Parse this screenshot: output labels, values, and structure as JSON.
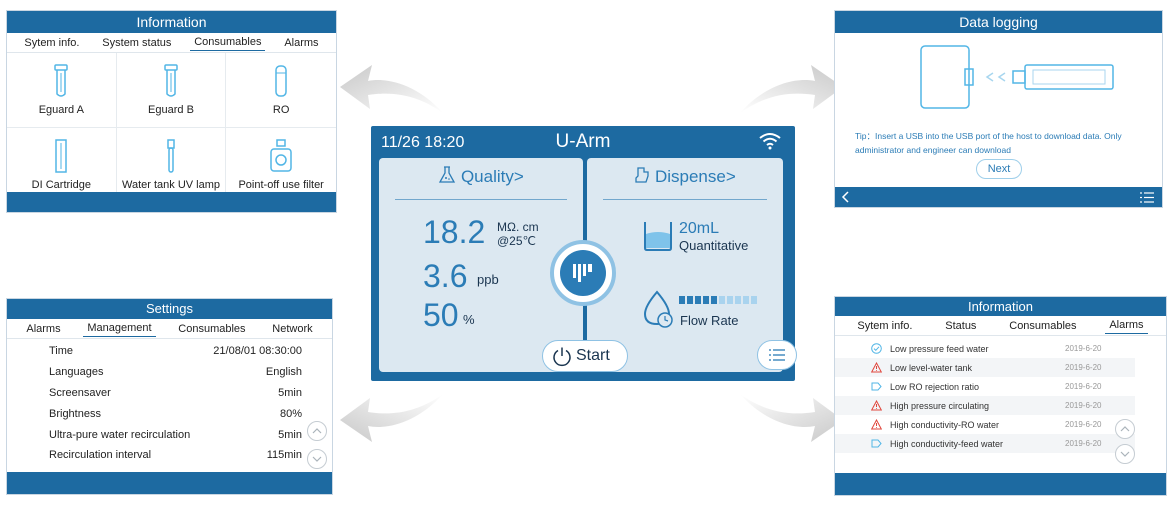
{
  "info_top": {
    "title": "Information",
    "tabs": [
      "Sytem info.",
      "System status",
      "Consumables",
      "Alarms"
    ],
    "items": [
      "Eguard A",
      "Eguard B",
      "RO",
      "DI Cartridge",
      "Water tank UV lamp",
      "Point-off use filter"
    ]
  },
  "data_logging": {
    "title": "Data logging",
    "tip": "Tip：Insert a USB into the USB port of the host to download data. Only administrator and engineer can download",
    "next_label": "Next"
  },
  "settings": {
    "title": "Settings",
    "tabs": [
      "Alarms",
      "Management",
      "Consumables",
      "Network"
    ],
    "rows": [
      {
        "label": "Time",
        "value": "21/08/01 08:30:00"
      },
      {
        "label": "Languages",
        "value": "English"
      },
      {
        "label": "Screensaver",
        "value": "5min"
      },
      {
        "label": "Brightness",
        "value": "80%"
      },
      {
        "label": "Ultra-pure water recirculation",
        "value": "5min"
      },
      {
        "label": "Recirculation interval",
        "value": "115min"
      }
    ]
  },
  "info_alarms": {
    "title": "Information",
    "tabs": [
      "Sytem info.",
      "Status",
      "Consumables",
      "Alarms"
    ],
    "rows": [
      {
        "icon": "check-circle-icon",
        "label": "Low pressure feed water",
        "date": "2019-6-20"
      },
      {
        "icon": "warning-triangle-icon",
        "label": "Low level-water tank",
        "date": "2019-6-20"
      },
      {
        "icon": "tag-icon",
        "label": "Low RO rejection ratio",
        "date": "2019-6-20"
      },
      {
        "icon": "warning-triangle-icon",
        "label": "High pressure circulating",
        "date": "2019-6-20"
      },
      {
        "icon": "warning-triangle-icon",
        "label": "High conductivity-RO water",
        "date": "2019-6-20"
      },
      {
        "icon": "tag-icon",
        "label": "High conductivity-feed water",
        "date": "2019-6-20"
      }
    ]
  },
  "main_screen": {
    "datetime": "11/26 18:20",
    "title": "U-Arm",
    "quality_label": "Quality>",
    "dispense_label": "Dispense>",
    "resistivity_value": "18.2",
    "resistivity_unit": "MΩ. cm",
    "temperature": "@25℃",
    "toc_value": "3.6",
    "toc_unit": "ppb",
    "percent_value": "50",
    "percent_unit": "%",
    "volume": "20mL",
    "mode": "Quantitative",
    "flow_rate_label": "Flow Rate",
    "flow_rate_level": 0.5,
    "start_label": "Start"
  },
  "colors": {
    "accent": "#1d6aa1",
    "light": "#dce8f1",
    "text_blue": "#2b7cb6",
    "alarm_red": "#e0463c"
  }
}
